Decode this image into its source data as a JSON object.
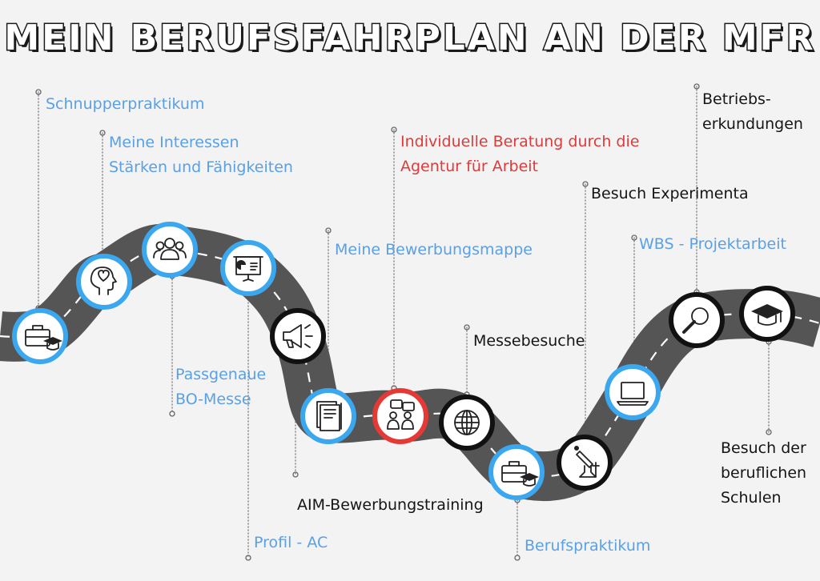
{
  "title": "MEIN BERUFSFAHRPLAN AN DER MFR",
  "colors": {
    "blue": "#3aa7ef",
    "black": "#111111",
    "red": "#e53935",
    "road": "#555555",
    "label_blue": "#5aa0e6"
  },
  "milestones": [
    {
      "label": "Schnupperpraktikum",
      "icon": "briefcase-graduation-icon",
      "ring": "blue"
    },
    {
      "label": "Meine Interessen\nStärken und Fähigkeiten",
      "icon": "head-heart-icon",
      "ring": "blue"
    },
    {
      "label": "Passgenaue\nBO-Messe",
      "icon": "group-people-icon",
      "ring": "blue"
    },
    {
      "label": "Profil - AC",
      "icon": "presentation-board-icon",
      "ring": "blue"
    },
    {
      "label": "AIM-Bewerbungstraining",
      "icon": "megaphone-icon",
      "ring": "black"
    },
    {
      "label": "Meine Bewerbungsmappe",
      "icon": "folder-document-icon",
      "ring": "blue"
    },
    {
      "label": "Individuelle Beratung durch die\nAgentur für Arbeit",
      "icon": "conversation-people-icon",
      "ring": "red"
    },
    {
      "label": "Messebesuche",
      "icon": "globe-icon",
      "ring": "black"
    },
    {
      "label": "Berufspraktikum",
      "icon": "briefcase-graduation-icon",
      "ring": "blue"
    },
    {
      "label": "Besuch Experimenta",
      "icon": "lab-flask-icon",
      "ring": "black"
    },
    {
      "label": "WBS - Projektarbeit",
      "icon": "laptop-icon",
      "ring": "blue"
    },
    {
      "label": "Betriebs-\nerkundungen",
      "icon": "magnifier-icon",
      "ring": "black"
    },
    {
      "label": "Besuch der\nberuflichen\nSchulen",
      "icon": "graduation-cap-icon",
      "ring": "black"
    }
  ]
}
